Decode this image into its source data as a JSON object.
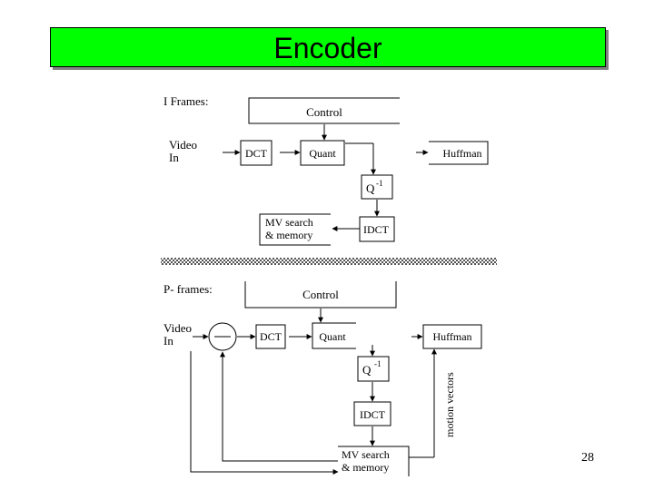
{
  "slide": {
    "title": "Encoder",
    "page_number": "28"
  },
  "colors": {
    "title_background": "#00ff00",
    "title_shadow": "#808080",
    "line": "#000000"
  },
  "i_frames": {
    "heading": "I Frames:",
    "control": "Control",
    "video_in": [
      "Video",
      "In"
    ],
    "dct": "DCT",
    "quant": "Quant",
    "huffman": "Huffman",
    "q_inverse": "Q",
    "q_inverse_sup": "-1",
    "idct": "IDCT",
    "mv_search": [
      "MV search",
      "& memory"
    ]
  },
  "p_frames": {
    "heading": "P- frames:",
    "control": "Control",
    "video_in": [
      "Video",
      "In"
    ],
    "dct": "DCT",
    "quant": "Quant",
    "huffman": "Huffman",
    "q_inverse": "Q",
    "q_inverse_sup": "-1",
    "idct": "IDCT",
    "mv_search": [
      "MV search",
      "& memory"
    ],
    "motion_vectors": "motion vectors"
  }
}
